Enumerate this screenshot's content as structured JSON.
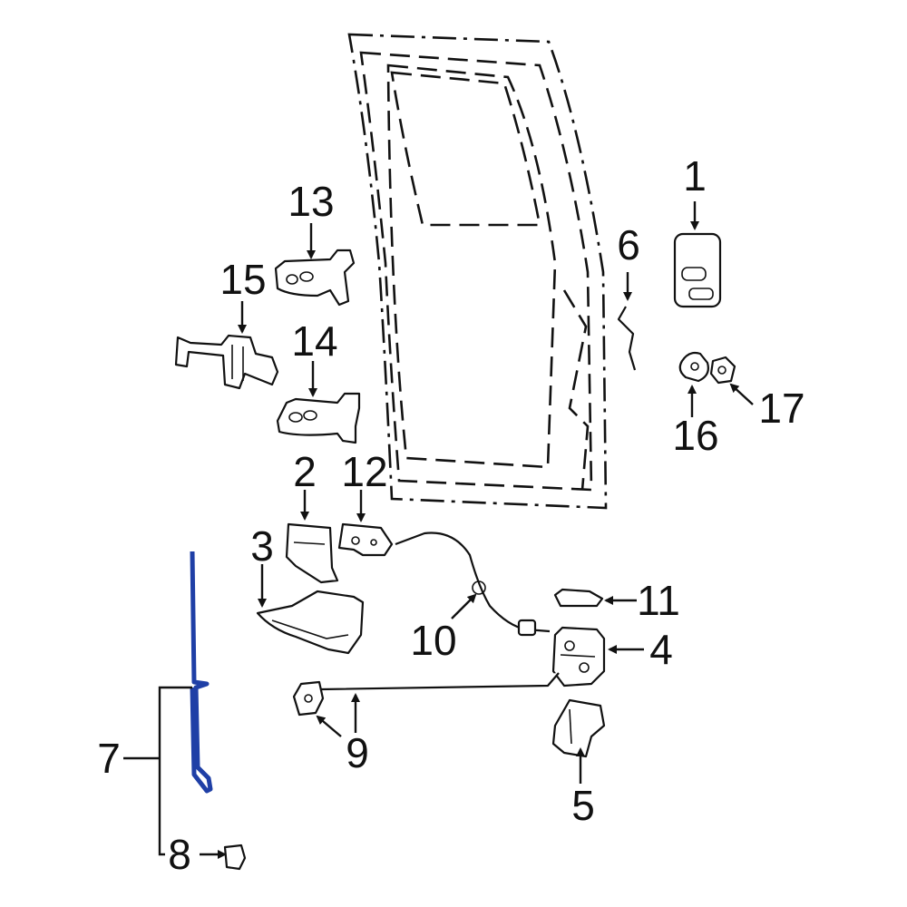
{
  "diagram": {
    "callouts": [
      {
        "id": "1",
        "text": "1"
      },
      {
        "id": "2",
        "text": "2"
      },
      {
        "id": "3",
        "text": "3"
      },
      {
        "id": "4",
        "text": "4"
      },
      {
        "id": "5",
        "text": "5"
      },
      {
        "id": "6",
        "text": "6"
      },
      {
        "id": "7",
        "text": "7"
      },
      {
        "id": "8",
        "text": "8"
      },
      {
        "id": "9",
        "text": "9"
      },
      {
        "id": "10",
        "text": "10"
      },
      {
        "id": "11",
        "text": "11"
      },
      {
        "id": "12",
        "text": "12"
      },
      {
        "id": "13",
        "text": "13"
      },
      {
        "id": "14",
        "text": "14"
      },
      {
        "id": "15",
        "text": "15"
      },
      {
        "id": "16",
        "text": "16"
      },
      {
        "id": "17",
        "text": "17"
      }
    ],
    "colors": {
      "line": "#111111",
      "highlight": "#1f3fa6",
      "background": "#ffffff"
    },
    "highlighted_part": "7"
  }
}
